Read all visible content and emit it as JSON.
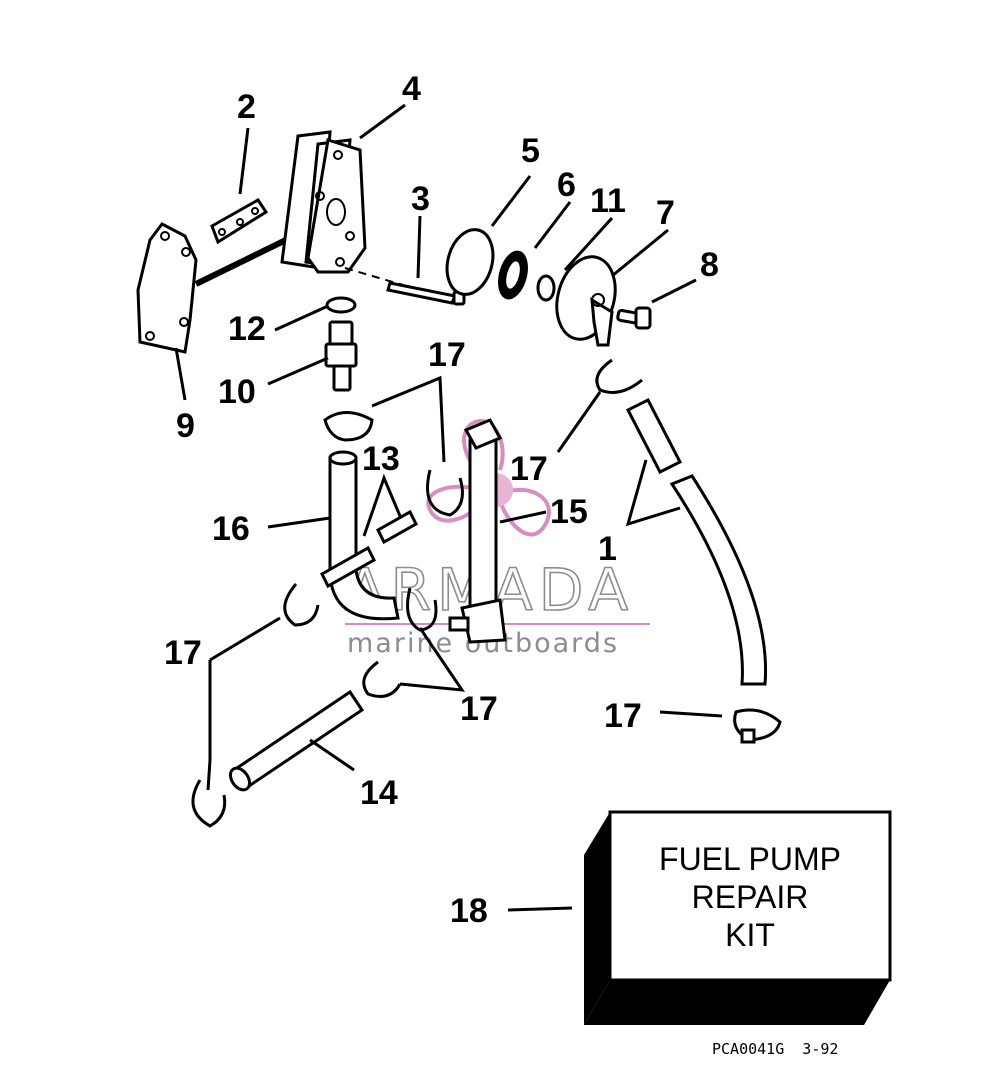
{
  "callouts": {
    "c1": "1",
    "c2": "2",
    "c3": "3",
    "c4": "4",
    "c5": "5",
    "c6": "6",
    "c7": "7",
    "c8": "8",
    "c9": "9",
    "c10": "10",
    "c11": "11",
    "c12": "12",
    "c13": "13",
    "c14": "14",
    "c15": "15",
    "c16": "16",
    "c17a": "17",
    "c17b": "17",
    "c17c": "17",
    "c17d": "17",
    "c17e": "17",
    "c18": "18"
  },
  "kit_box": {
    "line1": "FUEL PUMP",
    "line2": "REPAIR",
    "line3": "KIT"
  },
  "drawing_code": "PCA0041G  3-92",
  "watermark": {
    "brand": "ARMADA",
    "tagline": "marine outboards"
  }
}
